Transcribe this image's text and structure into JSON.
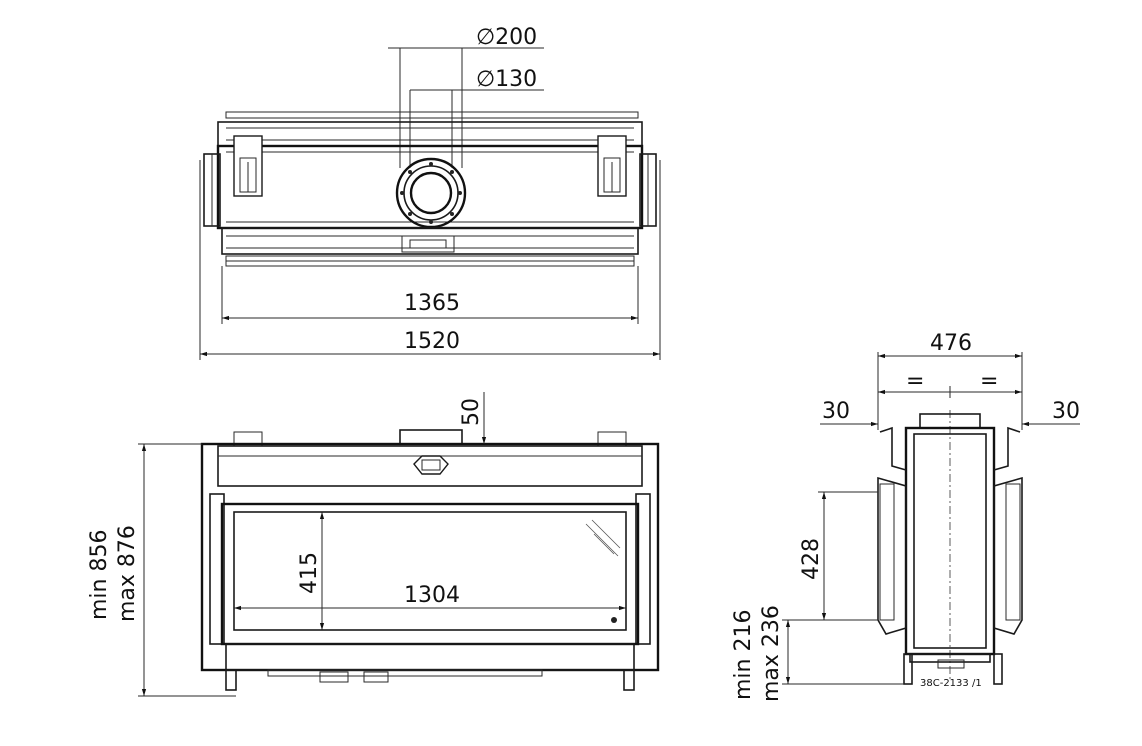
{
  "top_view": {
    "dia_outer": "∅200",
    "dia_inner": "∅130",
    "width_inner": "1365",
    "width_outer": "1520"
  },
  "front_view": {
    "dim_top_offset": "50",
    "height_min": "min 856",
    "height_max": "max 876",
    "glass_height": "415",
    "glass_width": "1304"
  },
  "side_view": {
    "depth": "476",
    "equal_left": "=",
    "equal_right": "=",
    "offset_left": "30",
    "offset_right": "30",
    "window_height": "428",
    "base_min": "min 216",
    "base_max": "max 236",
    "drawing_code": "38C-2133 /1"
  }
}
